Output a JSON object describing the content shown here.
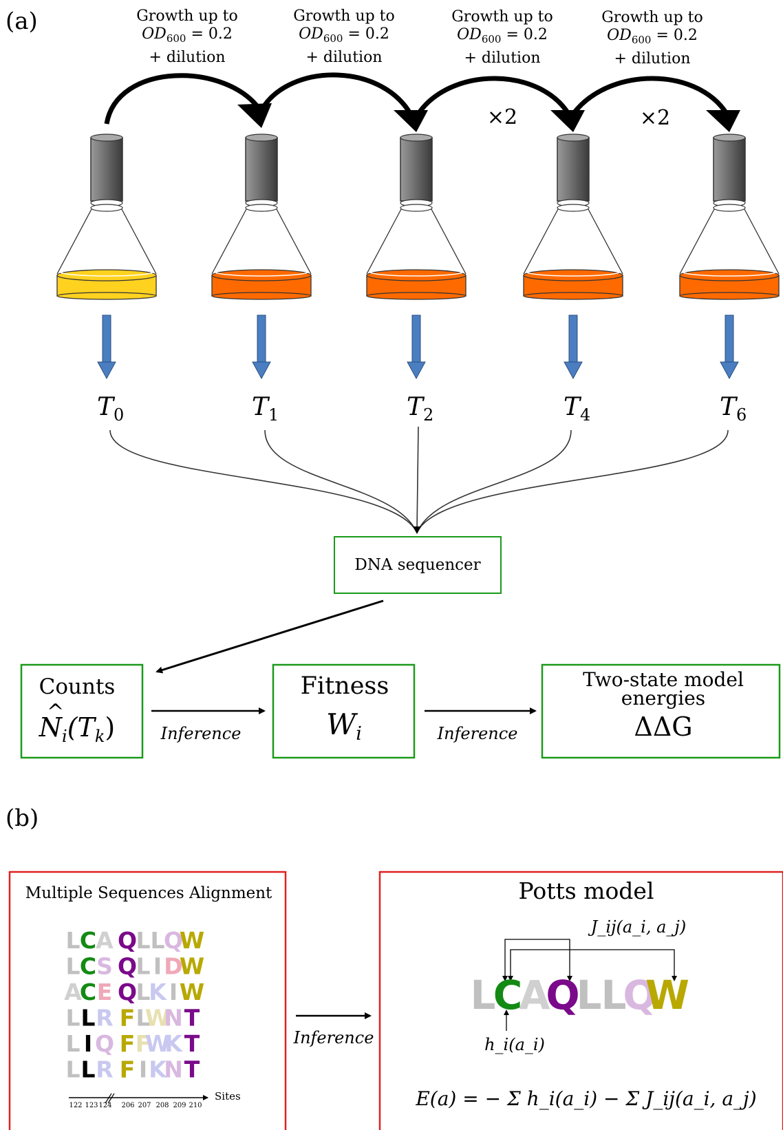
{
  "panel_a": {
    "label": "(a)",
    "growth_steps": [
      {
        "line1": "Growth up to",
        "line2": "OD",
        "line2_sub": "600",
        "line2_rest": " = 0.2",
        "line3": "+ dilution"
      },
      {
        "line1": "Growth up to",
        "line2": "OD",
        "line2_sub": "600",
        "line2_rest": " = 0.2",
        "line3": "+ dilution"
      },
      {
        "line1": "Growth up to",
        "line2": "OD",
        "line2_sub": "600",
        "line2_rest": " = 0.2",
        "line3": "+ dilution"
      },
      {
        "line1": "Growth up to",
        "line2": "OD",
        "line2_sub": "600",
        "line2_rest": " = 0.2",
        "line3": "+ dilution"
      }
    ],
    "multipliers": [
      "×2",
      "×2"
    ],
    "timepoints": [
      {
        "main": "T",
        "sub": "0",
        "liquid": "#ffd21f"
      },
      {
        "main": "T",
        "sub": "1",
        "liquid": "#ff6a00"
      },
      {
        "main": "T",
        "sub": "2",
        "liquid": "#ff6a00"
      },
      {
        "main": "T",
        "sub": "4",
        "liquid": "#ff6a00"
      },
      {
        "main": "T",
        "sub": "6",
        "liquid": "#ff6a00"
      }
    ],
    "sequencer": "DNA sequencer",
    "counts": {
      "title": "Counts",
      "formula": "N",
      "formula_sub": "i",
      "formula_arg": "(T",
      "formula_arg_sub": "k",
      "formula_close": ")"
    },
    "fitness": {
      "title": "Fitness",
      "formula": "W",
      "formula_sub": "i"
    },
    "energies": {
      "title1": "Two-state model",
      "title2": "energies",
      "formula": "ΔΔG"
    },
    "inference_label": "Inference",
    "colors": {
      "box_border": "#1a9a1a",
      "arrow_down": "#4a7ec0",
      "yellow": "#ffd21f",
      "orange": "#ff6a00"
    }
  },
  "panel_b": {
    "label": "(b)",
    "msa_title": "Multiple Sequences Alignment",
    "msa_rows": [
      [
        "L",
        "C",
        "A",
        "Q",
        "L",
        "L",
        "Q",
        "W"
      ],
      [
        "L",
        "C",
        "S",
        "Q",
        "L",
        "I",
        "D",
        "W"
      ],
      [
        "A",
        "C",
        "E",
        "Q",
        "L",
        "K",
        "I",
        "W"
      ],
      [
        "L",
        "L",
        "R",
        "F",
        "L",
        "W",
        "N",
        "T"
      ],
      [
        "L",
        "I",
        "Q",
        "F",
        "F",
        "W",
        "K",
        "T"
      ],
      [
        "L",
        "L",
        "R",
        "F",
        "I",
        "K",
        "N",
        "T"
      ]
    ],
    "msa_colors": [
      [
        "#c0c0c0",
        "#138a13",
        "#d0d0d0",
        "#7a0a8a",
        "#c0c0c0",
        "#c0c0c0",
        "#d9b8e0",
        "#b8a800"
      ],
      [
        "#c0c0c0",
        "#138a13",
        "#d9b8e0",
        "#7a0a8a",
        "#c0c0c0",
        "#c0c0c0",
        "#f0a8b8",
        "#b8a800"
      ],
      [
        "#d0d0d0",
        "#138a13",
        "#f0a8b8",
        "#7a0a8a",
        "#c0c0c0",
        "#c8c8f0",
        "#c0c0c0",
        "#b8a800"
      ],
      [
        "#c0c0c0",
        "#000000",
        "#c8c8f0",
        "#b8a800",
        "#c0c0c0",
        "#e8e0b0",
        "#d9b8e0",
        "#7a0a8a"
      ],
      [
        "#c0c0c0",
        "#000000",
        "#d9b8e0",
        "#b8a800",
        "#e8e0b0",
        "#c8c8f0",
        "#c8c8f0",
        "#7a0a8a"
      ],
      [
        "#c0c0c0",
        "#000000",
        "#c8c8f0",
        "#b8a800",
        "#c0c0c0",
        "#c8c8f0",
        "#d9b8e0",
        "#7a0a8a"
      ]
    ],
    "sites_ticks": [
      "122",
      "123",
      "124",
      "206",
      "207",
      "208",
      "209",
      "210"
    ],
    "sites_label": "Sites",
    "inference_label": "Inference",
    "potts_title": "Potts model",
    "potts_seq": [
      "L",
      "C",
      "A",
      "Q",
      "L",
      "L",
      "Q",
      "W"
    ],
    "potts_colors": [
      "#c0c0c0",
      "#138a13",
      "#d0d0d0",
      "#7a0a8a",
      "#c0c0c0",
      "#c0c0c0",
      "#d9b8e0",
      "#b8a800"
    ],
    "coupling_label": "J_ij(a_i, a_j)",
    "field_label": "h_i(a_i)",
    "energy_formula": "E(a) = − Σ h_i(a_i) − Σ J_ij(a_i, a_j)",
    "colors": {
      "box_border": "#e02020"
    }
  }
}
